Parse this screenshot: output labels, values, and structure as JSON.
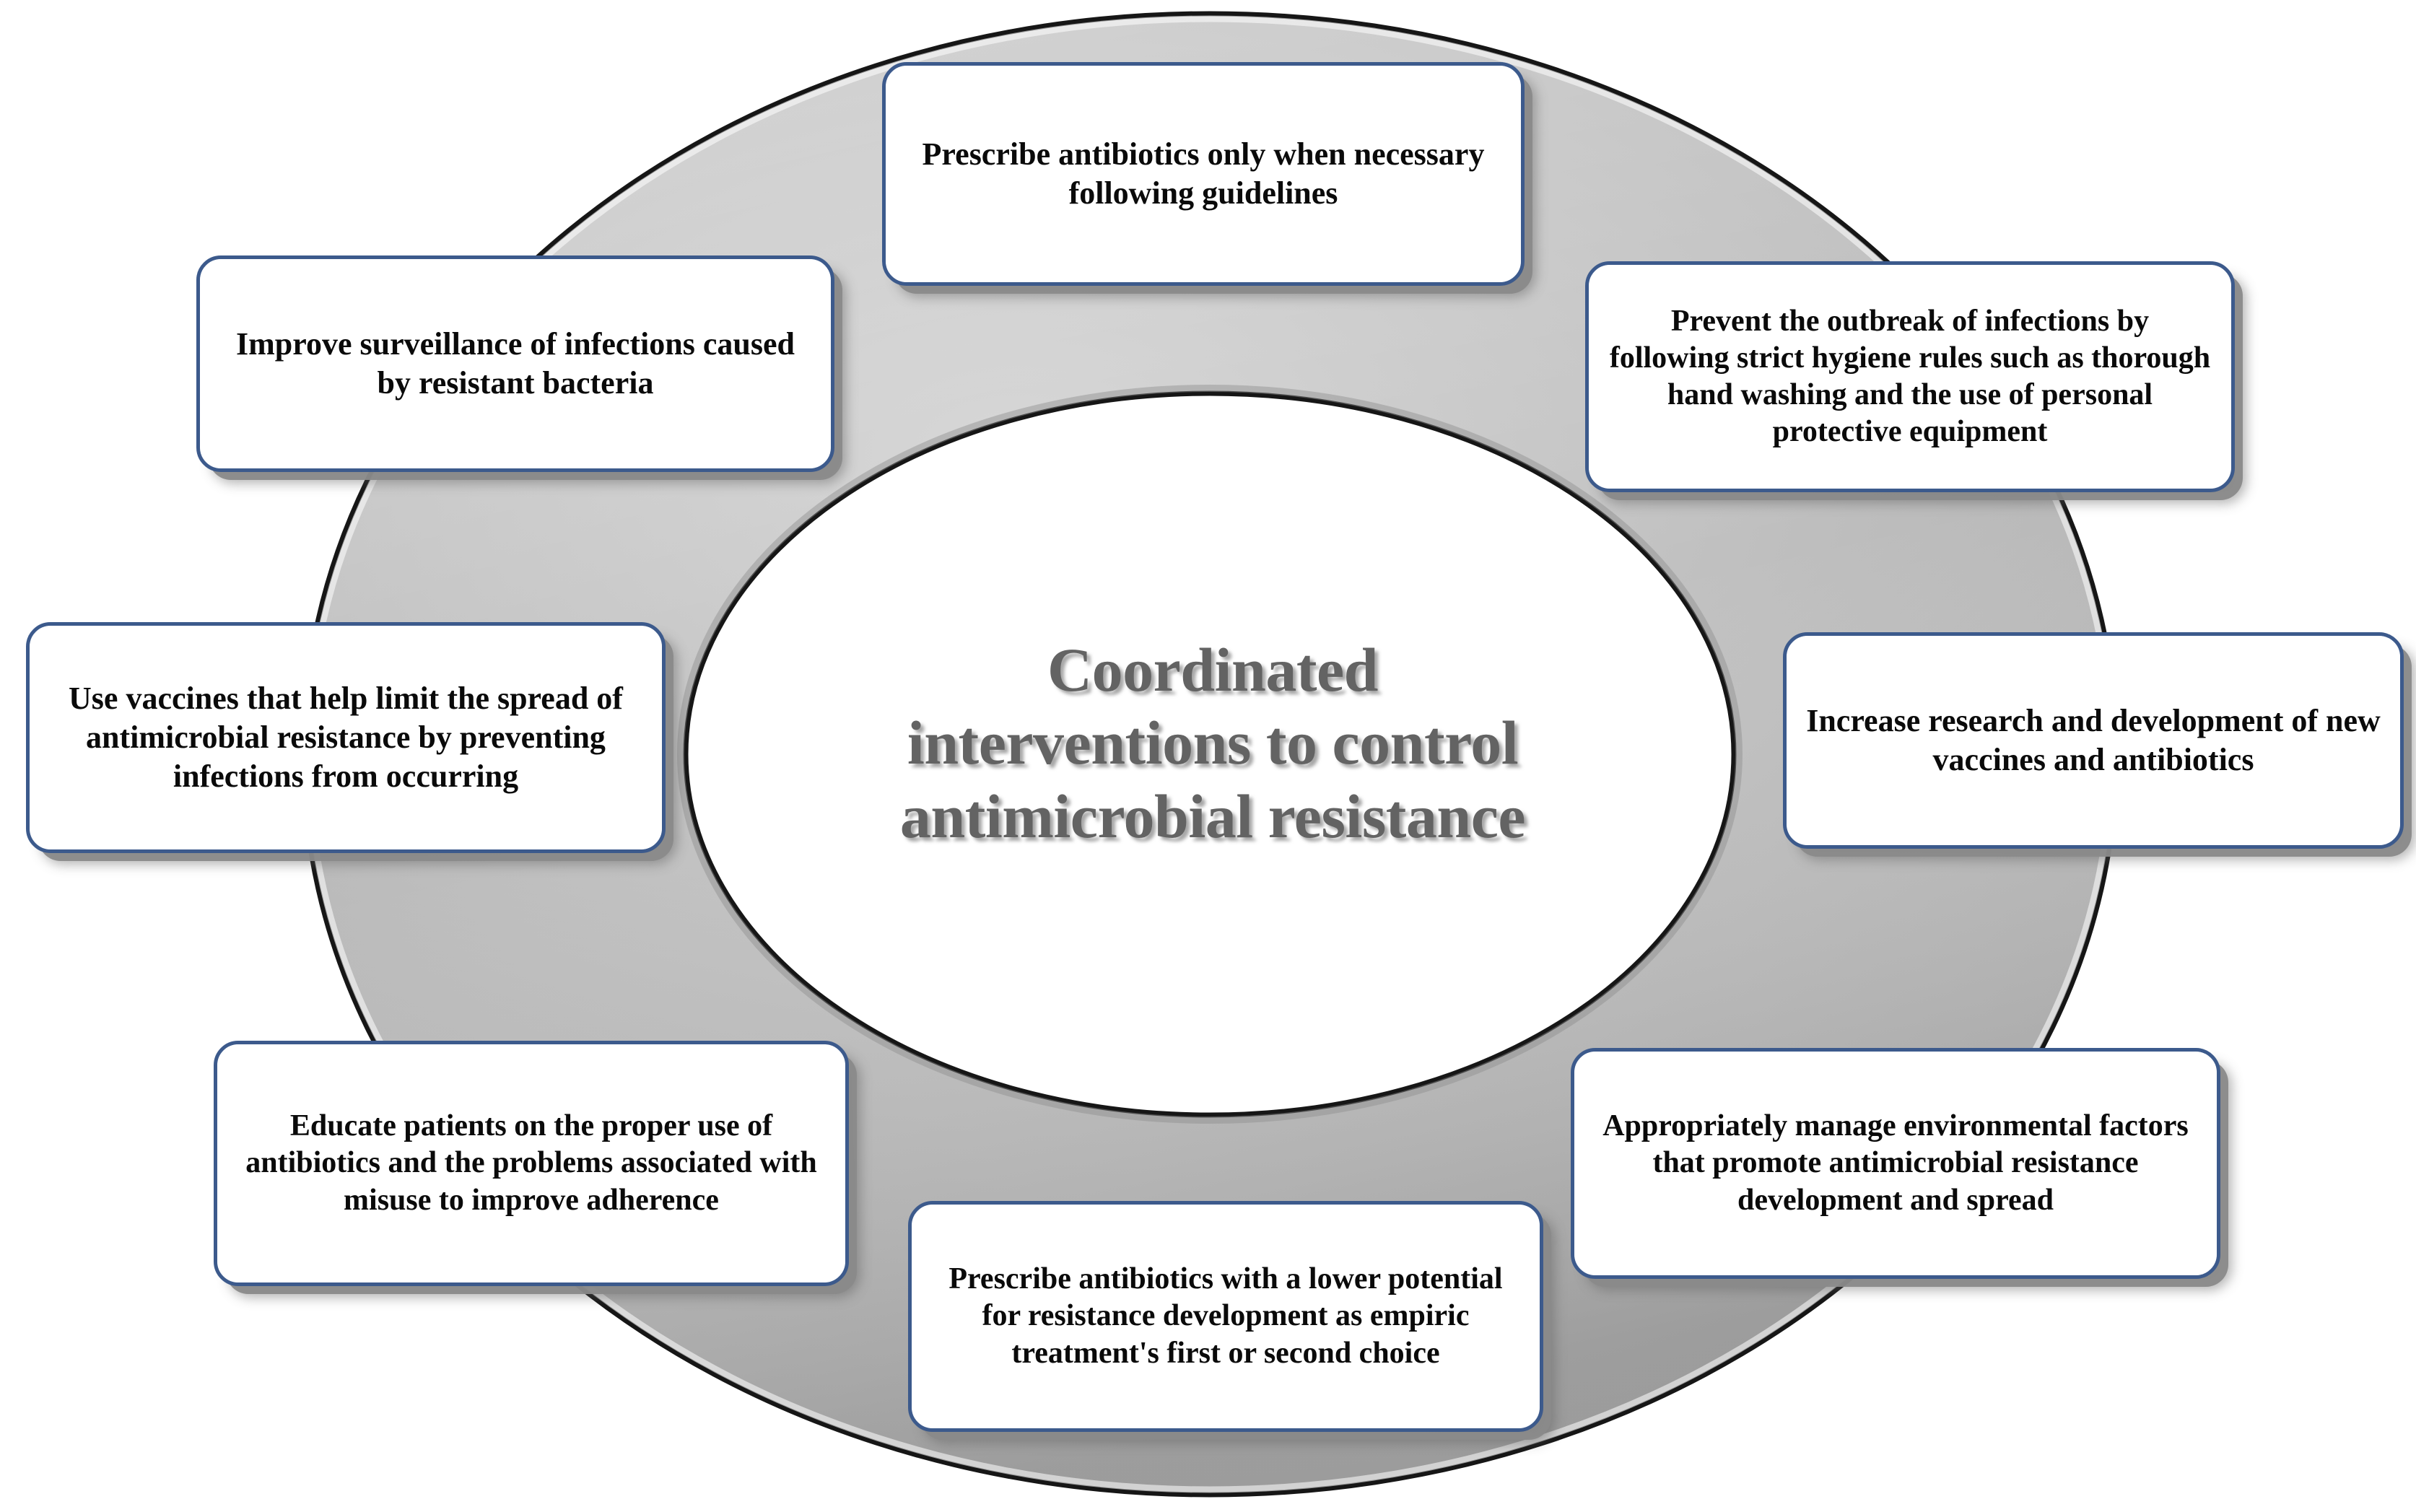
{
  "figure": {
    "type": "cycle-diagram",
    "center": {
      "lines": [
        "Coordinated",
        "interventions to control",
        "antimicrobial resistance"
      ],
      "text": "Coordinated interventions to control antimicrobial resistance",
      "text_color": "#636363"
    },
    "ring": {
      "fill_color": "#b3b3b3",
      "outline_color": "#1a1a1a",
      "inner_fill": "#ffffff"
    },
    "node_style": {
      "border_color": "#3c5a8c",
      "fill_color": "#ffffff",
      "text_color": "#0a0a0a",
      "shadow_color": "#8a8a8a"
    },
    "nodes": [
      {
        "id": "prescribe-when-necessary",
        "position": "top",
        "text": "Prescribe antibiotics only when necessary following guidelines"
      },
      {
        "id": "prevent-outbreak-hygiene",
        "position": "top-right",
        "text": "Prevent the outbreak of infections by following strict hygiene rules such as thorough hand washing and the use of personal protective equipment"
      },
      {
        "id": "increase-research-development",
        "position": "right",
        "text": "Increase research and development of new vaccines and antibiotics"
      },
      {
        "id": "manage-environmental-factors",
        "position": "bottom-right",
        "text": "Appropriately manage environmental factors that promote antimicrobial resistance development and spread"
      },
      {
        "id": "prescribe-lower-resistance-potential",
        "position": "bottom",
        "text": "Prescribe antibiotics with a lower potential for resistance development as empiric treatment's first or second choice"
      },
      {
        "id": "educate-patients",
        "position": "bottom-left",
        "text": "Educate patients on the proper use of antibiotics and the problems associated with misuse to improve adherence"
      },
      {
        "id": "use-vaccines",
        "position": "left",
        "text": "Use vaccines that help limit the spread of antimicrobial resistance by preventing infections from occurring"
      },
      {
        "id": "improve-surveillance",
        "position": "top-left",
        "text": "Improve surveillance of infections caused by resistant bacteria"
      }
    ]
  }
}
